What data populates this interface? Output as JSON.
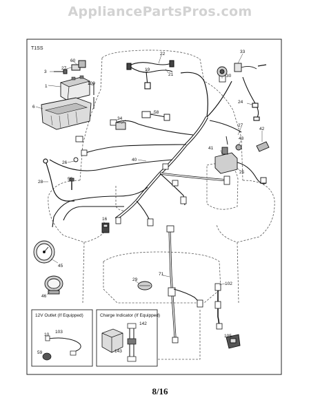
{
  "watermark": "AppliancePartsPros.com",
  "diagram_code": "T1SS",
  "page_number": "8/16",
  "insets": {
    "outlet_title": "12V Outlet (If Equipped)",
    "charge_title": "Charge Indicator (If Equipped)"
  },
  "callouts": [
    {
      "id": "c60",
      "text": "60"
    },
    {
      "id": "c3",
      "text": "3"
    },
    {
      "id": "c27a",
      "text": "27"
    },
    {
      "id": "c1",
      "text": "1"
    },
    {
      "id": "c100",
      "text": "100"
    },
    {
      "id": "c6",
      "text": "6"
    },
    {
      "id": "c22",
      "text": "22"
    },
    {
      "id": "c19",
      "text": "19"
    },
    {
      "id": "c21",
      "text": "21"
    },
    {
      "id": "c33",
      "text": "33"
    },
    {
      "id": "c30",
      "text": "30"
    },
    {
      "id": "c24",
      "text": "24"
    },
    {
      "id": "c34",
      "text": "34"
    },
    {
      "id": "c58",
      "text": "58"
    },
    {
      "id": "c27b",
      "text": "27"
    },
    {
      "id": "c42",
      "text": "42"
    },
    {
      "id": "c43",
      "text": "43"
    },
    {
      "id": "c41",
      "text": "41"
    },
    {
      "id": "c26",
      "text": "26"
    },
    {
      "id": "c40",
      "text": "40"
    },
    {
      "id": "c25",
      "text": "25"
    },
    {
      "id": "c28",
      "text": "28"
    },
    {
      "id": "c55",
      "text": "55"
    },
    {
      "id": "c16",
      "text": "16"
    },
    {
      "id": "c45",
      "text": "45"
    },
    {
      "id": "c29",
      "text": "29"
    },
    {
      "id": "c71",
      "text": "71"
    },
    {
      "id": "c102",
      "text": "102"
    },
    {
      "id": "c46",
      "text": "46"
    },
    {
      "id": "c10",
      "text": "10"
    },
    {
      "id": "c103",
      "text": "103"
    },
    {
      "id": "c59",
      "text": "59"
    },
    {
      "id": "c142",
      "text": "142"
    },
    {
      "id": "c143",
      "text": "143"
    },
    {
      "id": "c105",
      "text": "105"
    }
  ]
}
